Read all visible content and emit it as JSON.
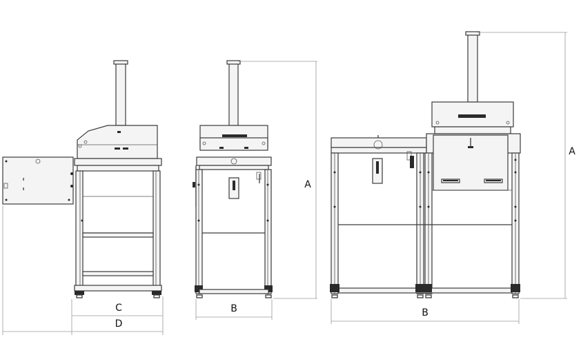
{
  "dimensions": {
    "c_label": "C",
    "d_label": "D",
    "b_label_middle": "B",
    "a_label_middle": "A",
    "b_label_right": "B",
    "a_label_right": "A"
  }
}
